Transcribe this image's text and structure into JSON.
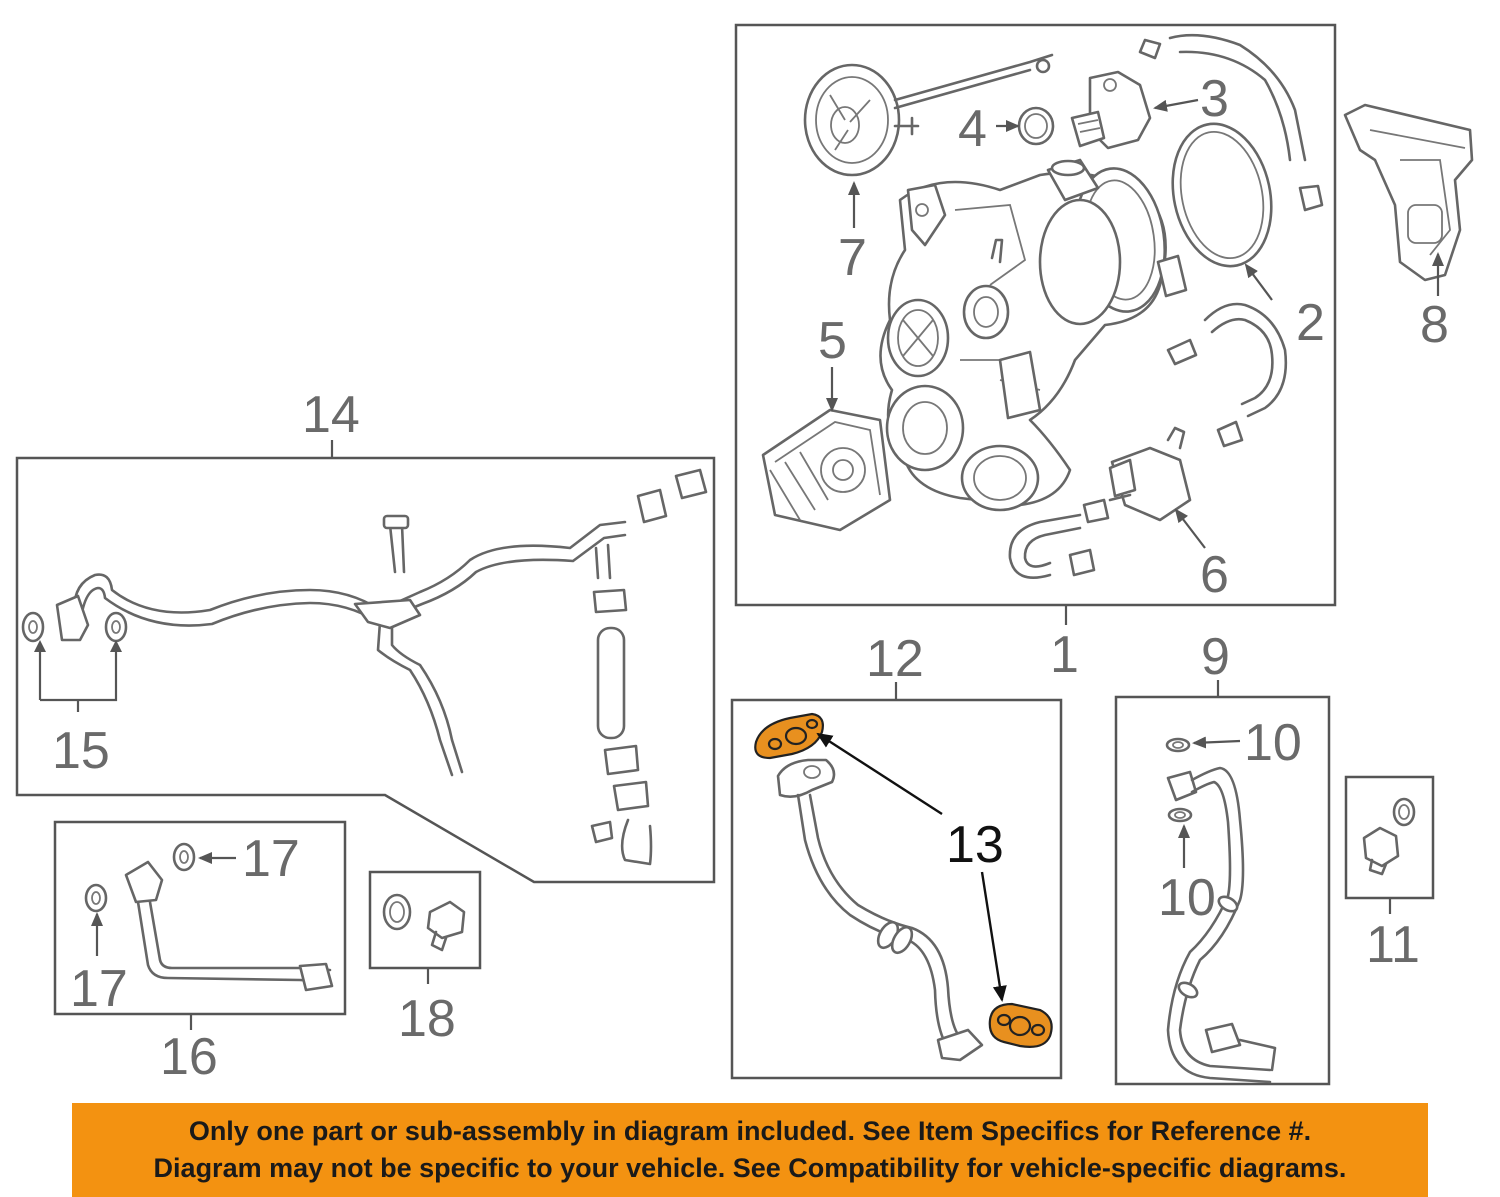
{
  "callouts": {
    "c1": "1",
    "c2": "2",
    "c3": "3",
    "c4": "4",
    "c5": "5",
    "c6": "6",
    "c7": "7",
    "c8": "8",
    "c9": "9",
    "c10a": "10",
    "c10b": "10",
    "c11": "11",
    "c12": "12",
    "c13": "13",
    "c14": "14",
    "c15": "15",
    "c16": "16",
    "c17a": "17",
    "c17b": "17",
    "c18": "18"
  },
  "highlight": {
    "part": "13",
    "color": "#e8901f"
  },
  "notice": {
    "line1": "Only one part or sub-assembly in diagram included. See Item Specifics for Reference #.",
    "line2": "Diagram may not be specific to your vehicle. See Compatibility for vehicle-specific diagrams.",
    "background": "#f39211"
  }
}
